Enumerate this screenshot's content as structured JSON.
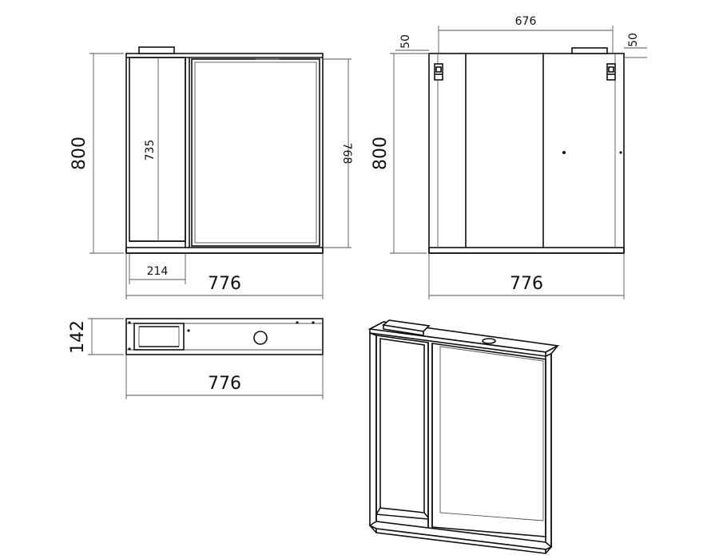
{
  "colors": {
    "line": "#111111",
    "dimension": "#555555",
    "background": "#ffffff"
  },
  "front_view": {
    "height_total": "800",
    "height_shelf": "735",
    "height_mirror": "768",
    "width_shelf": "214",
    "width_total": "776"
  },
  "back_view": {
    "height_total": "800",
    "width_mounts": "676",
    "offset_left": "50",
    "offset_right": "50",
    "width_total": "776"
  },
  "top_view": {
    "depth": "142",
    "width_total": "776"
  },
  "perspective_view": {}
}
